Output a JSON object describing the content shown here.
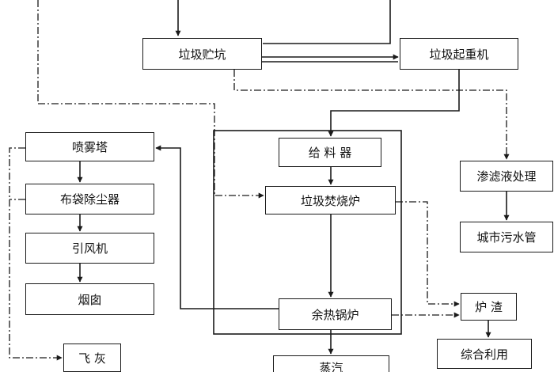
{
  "colors": {
    "line": "#1a1a1a",
    "background": "#ffffff"
  },
  "nodes": {
    "pit": "垃圾贮坑",
    "crane": "垃圾起重机",
    "feeder": "给 料 器",
    "incinerator": "垃圾焚烧炉",
    "boiler": "余热锅炉",
    "steam": "蒸汽",
    "spray_tower": "喷雾塔",
    "bag_filter": "布袋除尘器",
    "fan": "引风机",
    "chimney": "烟囱",
    "fly_ash": "飞 灰",
    "leachate": "渗滤液处理",
    "sewer": "城市污水管",
    "slag": "炉 渣",
    "utilization": "综合利用"
  }
}
